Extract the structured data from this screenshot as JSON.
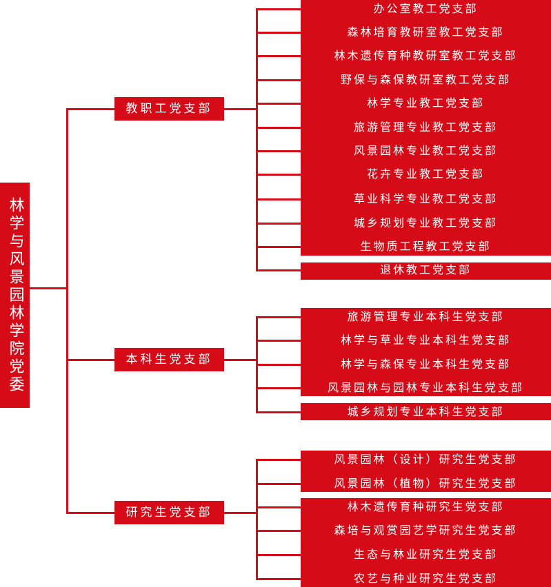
{
  "root": {
    "label": "林学与风景园林学院党委"
  },
  "colors": {
    "primary": "#d50c18",
    "background": "#ffffff"
  },
  "groups": [
    {
      "label": "教职工党支部",
      "branches": [
        "办公室教工党支部",
        "森林培育教研室教工党支部",
        "林木遗传育种教研室教工党支部",
        "野保与森保教研室教工党支部",
        "林学专业教工党支部",
        "旅游管理专业教工党支部",
        "风景园林专业教工党支部",
        "花卉专业教工党支部",
        "草业科学专业教工党支部",
        "城乡规划专业教工党支部",
        "生物质工程教工党支部",
        "退休教工党支部"
      ]
    },
    {
      "label": "本科生党支部",
      "branches": [
        "旅游管理专业本科生党支部",
        "林学与草业专业本科生党支部",
        "林学与森保专业本科生党支部",
        "风景园林与园林专业本科生党支部",
        "城乡规划专业本科生党支部"
      ]
    },
    {
      "label": "研究生党支部",
      "branches": [
        "风景园林（设计）研究生党支部",
        "风景园林（植物）研究生党支部",
        "林木遗传育种研究生党支部",
        "森培与观赏园艺学研究生党支部",
        "生态与林业研究生党支部",
        "农艺与种业研究生党支部"
      ]
    }
  ]
}
